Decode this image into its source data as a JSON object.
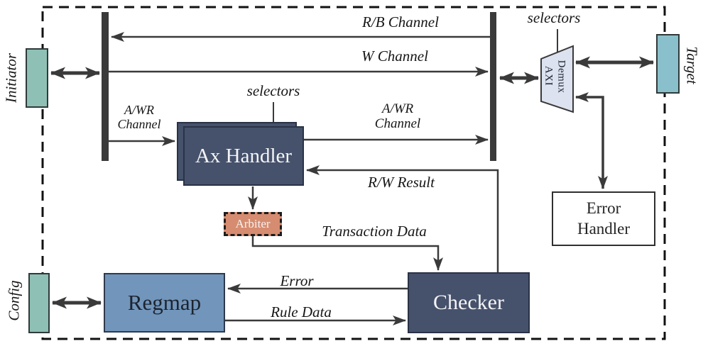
{
  "diagram": {
    "ports": {
      "initiator": "Initiator",
      "target": "Target",
      "config": "Config"
    },
    "blocks": {
      "ax_handler": "Ax Handler",
      "arbiter": "Arbiter",
      "checker": "Checker",
      "regmap": "Regmap",
      "error_handler": "Error\nHandler",
      "axi_demux_line1": "AXI",
      "axi_demux_line2": "Demux"
    },
    "labels": {
      "rb_channel": "R/B Channel",
      "w_channel": "W Channel",
      "awr_channel_left": "A/WR\nChannel",
      "awr_channel_right": "A/WR\nChannel",
      "selectors_ax": "selectors",
      "selectors_demux": "selectors",
      "rw_result": "R/W Result",
      "transaction_data": "Transaction Data",
      "error": "Error",
      "rule_data": "Rule Data"
    },
    "colors": {
      "line": "#3a3a3a",
      "slate": "#46526c",
      "slate-border": "#2a3246",
      "regmap": "#7295bb",
      "regmap-border": "#2e3a4c",
      "arbiter": "#d68c70",
      "demux": "#dce2ef",
      "teal": "#8fc0b5",
      "blue": "#8ac0cc",
      "ink": "#161616"
    }
  }
}
